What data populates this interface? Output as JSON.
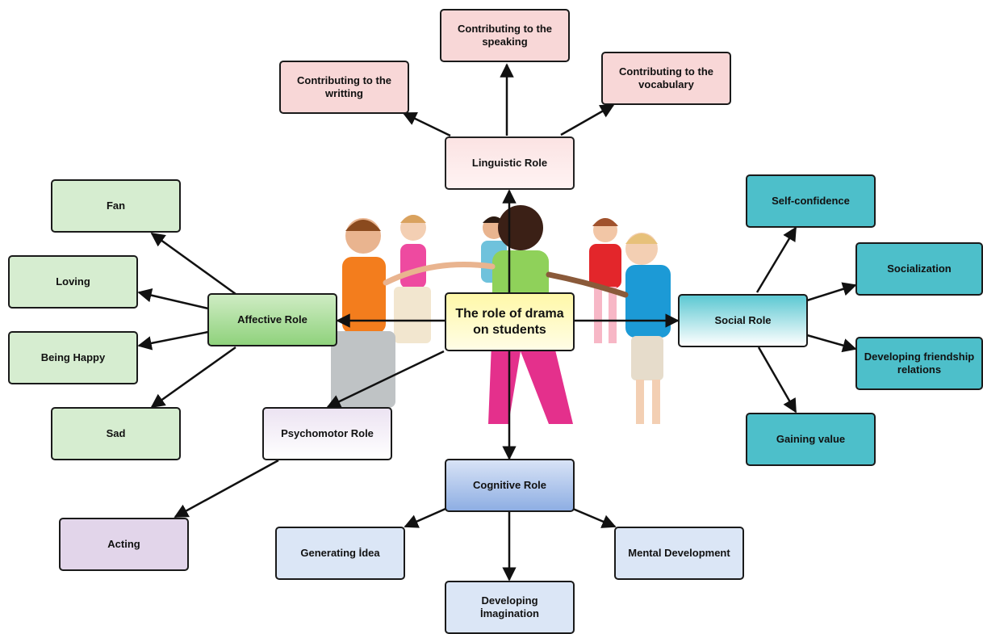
{
  "center": "The role of  drama on students",
  "roles": {
    "linguistic": "Linguistic Role",
    "affective": "Affective Role",
    "social": "Social Role",
    "psychomotor": "Psychomotor Role",
    "cognitive": "Cognitive Role"
  },
  "linguistic_items": {
    "speaking": "Contributing to the speaking",
    "writting": "Contributing to the writting",
    "vocabulary": "Contributing to the vocabulary"
  },
  "affective_items": {
    "fan": "Fan",
    "loving": "Loving",
    "happy": "Being Happy",
    "sad": "Sad"
  },
  "social_items": {
    "confidence": "Self-confidence",
    "socialization": "Socialization",
    "friendship": "Developing friendship relations",
    "value": "Gaining value"
  },
  "psychomotor_items": {
    "acting": "Acting"
  },
  "cognitive_items": {
    "idea": "Generating İdea",
    "imagination": "Developing İmagination",
    "mental": "Mental Development"
  },
  "colors": {
    "linguistic": "#f8d7d7",
    "affective": "#d6edd0",
    "social": "#4dbfca",
    "psychomotor": "#e2d5ea",
    "cognitive": "#dbe6f6",
    "center": "#fff8a8"
  },
  "illustration": "children-dancing-in-circle"
}
